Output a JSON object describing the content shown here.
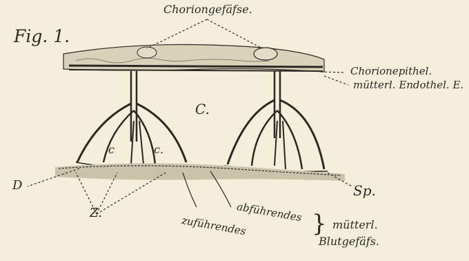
{
  "figure": {
    "number": "Fig. 1.",
    "labels": {
      "chorion_vessels": "Choriongefäfse.",
      "chorion_epithelium": "Chorionepithel.",
      "maternal_endothelium": "mütterl. Endothel. E.",
      "c_center": "C.",
      "c_left": "c",
      "c_mid": "c.",
      "d": "D",
      "z": "Z.",
      "sp": "Sp.",
      "efferent": "abführendes",
      "afferent": "zuführendes",
      "maternal": "mütterl.",
      "blood_vessels": "Blutgefäfs."
    }
  },
  "colors": {
    "paper": "#f3efda",
    "ink": "#2b2824",
    "tissue": "#c9c3ac"
  }
}
